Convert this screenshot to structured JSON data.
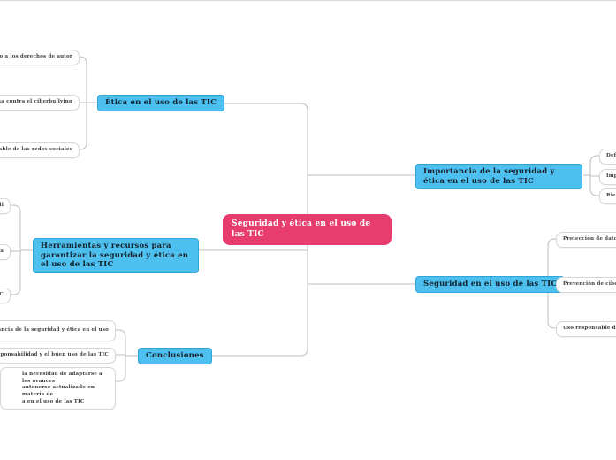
{
  "colors": {
    "root_fill": "#e63c6e",
    "root_text": "#ffffff",
    "branch_fill": "#4dc0f0",
    "branch_border": "#2fa6da",
    "branch_text": "#14222b",
    "leaf_border": "#d6d6d6",
    "leaf_text": "#3a3a3a",
    "connector": "#bcbcbc"
  },
  "root": {
    "label": "Seguridad y ética en el uso de las TIC"
  },
  "branches": [
    {
      "id": "etica",
      "label": "Ética en el uso de las TIC"
    },
    {
      "id": "importancia",
      "label": "Importancia de la seguridad y ética en el uso de las TIC"
    },
    {
      "id": "herramientas",
      "label": "Herramientas y recursos para garantizar la seguridad y ética en el uso de las TIC"
    },
    {
      "id": "seguridad",
      "label": "Seguridad en el uso de las TIC"
    },
    {
      "id": "conclusiones",
      "label": "Conclusiones"
    }
  ],
  "leaves": {
    "etica": [
      "peto a los derechos de autor",
      "ucha contra el ciberbullying",
      "onsable de las redes sociales"
    ],
    "importancia": [
      "Def",
      "Imp",
      "Ries"
    ],
    "herramientas": [
      "all",
      "tica",
      "TIC"
    ],
    "seguridad": [
      "Protección de datos p",
      "Prevención de cibera",
      "Uso responsable de c"
    ],
    "conclusiones": [
      "portancia de la seguridad y ética en el uso",
      "la responsabilidad y el buen uso de las TIC",
      "la necesidad de adaptarse a los avances\nantenerse actualizado en materia de\na en el uso de las TIC"
    ]
  }
}
